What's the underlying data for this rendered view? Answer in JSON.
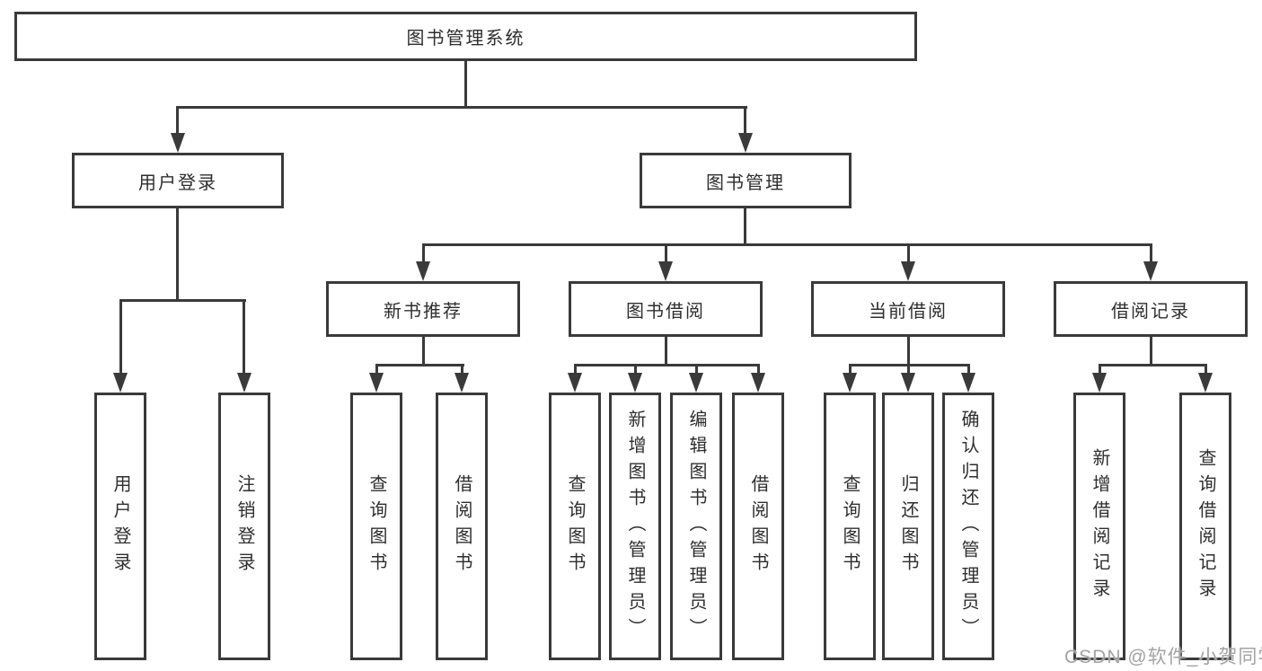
{
  "colors": {
    "line": "#3a3a3a",
    "text": "#2e2e2e",
    "box_bg": "#ffffff",
    "watermark": "#a3a3a3"
  },
  "watermark": {
    "text": "CSDN @软件_小贺同学"
  },
  "tree": {
    "root": {
      "label": "图书管理系统"
    },
    "branches": [
      {
        "label": "用户登录",
        "children": [
          {
            "label": "用户登录"
          },
          {
            "label": "注销登录"
          }
        ]
      },
      {
        "label": "图书管理",
        "children": [
          {
            "label": "新书推荐",
            "children": [
              {
                "label": "查询图书"
              },
              {
                "label": "借阅图书"
              }
            ]
          },
          {
            "label": "图书借阅",
            "children": [
              {
                "label": "查询图书"
              },
              {
                "label": "新增图书（管理员）"
              },
              {
                "label": "编辑图书（管理员）"
              },
              {
                "label": "借阅图书"
              }
            ]
          },
          {
            "label": "当前借阅",
            "children": [
              {
                "label": "查询图书"
              },
              {
                "label": "归还图书"
              },
              {
                "label": "确认归还（管理员）"
              }
            ]
          },
          {
            "label": "借阅记录",
            "children": [
              {
                "label": "新增借阅记录"
              },
              {
                "label": "查询借阅记录"
              }
            ]
          }
        ]
      }
    ]
  }
}
